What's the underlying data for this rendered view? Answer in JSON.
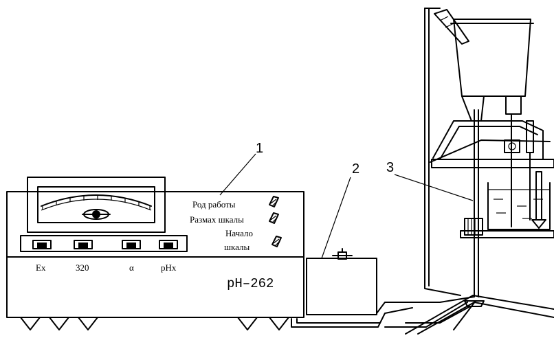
{
  "callouts": {
    "c1": "1",
    "c2": "2",
    "c3": "3"
  },
  "meter": {
    "model": "pH–262",
    "controls": {
      "mode": "Род работы",
      "range": "Размах шкалы",
      "start_line1": "Начало",
      "start_line2": "шкалы"
    },
    "buttons": [
      "Ex",
      "320",
      "α",
      "pHx"
    ]
  },
  "colors": {
    "ink": "#000000",
    "paper": "#ffffff"
  }
}
